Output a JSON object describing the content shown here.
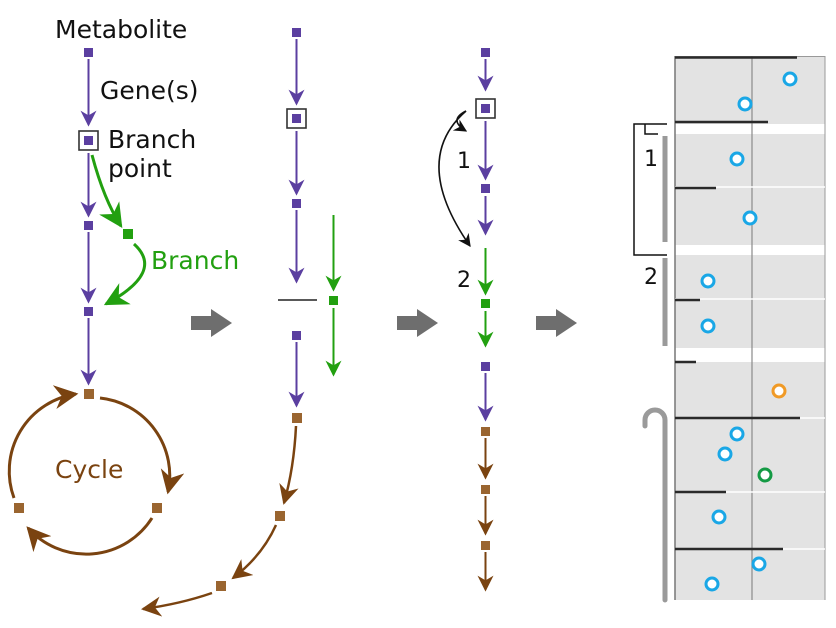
{
  "labels": {
    "metabolite": "Metabolite",
    "genes": "Gene(s)",
    "branch_point_1": "Branch",
    "branch_point_2": "point",
    "branch": "Branch",
    "cycle": "Cycle",
    "step_1": "1",
    "step_2": "2",
    "bracket_1": "1",
    "bracket_2": "2"
  },
  "colors": {
    "main_pathway": "#5b3fa0",
    "branch": "#22a010",
    "cycle": "#7a4310",
    "cycle_node": "#9a6530",
    "transition_arrow": "#6e6e6e",
    "track_background": "#e3e3e3",
    "track_line": "#2a2a2a",
    "marker_blue": "#1aa7e6",
    "marker_orange": "#f09a26",
    "marker_green": "#149a44",
    "bracket_bar": "#9a9a9a"
  },
  "icons": [
    "metabolite-node",
    "branch-point-node",
    "transition-arrow",
    "circle-marker"
  ]
}
